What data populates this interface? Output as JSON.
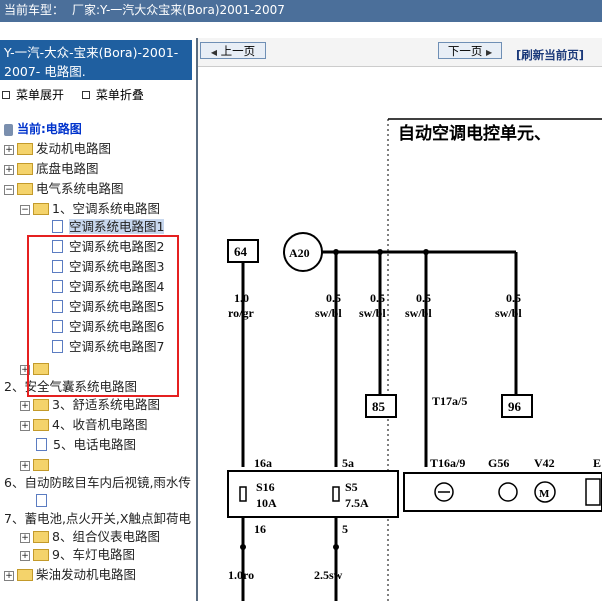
{
  "topbar": {
    "label": "当前车型：",
    "value": "厂家:Y-一汽大众宝来(Bora)2001-2007"
  },
  "sidebar": {
    "car_title": "Y-一汽-大众-宝来(Bora)-2001-2007- 电路图.",
    "expand_label": "菜单展开",
    "collapse_label": "菜单折叠",
    "current_label": "当前:电路图",
    "tree": [
      "发动机电路图",
      "底盘电路图",
      "电气系统电路图",
      "1、空调系统电路图",
      "空调系统电路图1",
      "空调系统电路图2",
      "空调系统电路图3",
      "空调系统电路图4",
      "空调系统电路图5",
      "空调系统电路图6",
      "空调系统电路图7",
      "",
      "2、安全气囊系统电路图",
      "3、舒适系统电路图",
      "4、收音机电路图",
      "5、电话电路图",
      "",
      "6、自动防眩目车内后视镜,雨水传",
      "",
      "7、蓄电池,点火开关,X触点卸荷电",
      "8、组合仪表电路图",
      "9、车灯电路图",
      "柴油发动机电路图"
    ]
  },
  "nav": {
    "prev_label": "上一页",
    "next_label": "下一页",
    "refresh_label": "[刷新当前页]"
  },
  "diagram": {
    "title": "自动空调电控单元、",
    "labels": {
      "c64": "64",
      "a20": "A20",
      "c85": "85",
      "c96": "96",
      "w1": "1.0",
      "w1c": "ro/gr",
      "w2": "0.5",
      "w2c": "sw/bl",
      "w3": "0.5",
      "w3c": "sw/bl",
      "w4": "0.5",
      "w4c": "sw/bl",
      "w5": "0.5",
      "w5c": "sw/bl",
      "t17": "T17a/5",
      "f16a": "16a",
      "f5a": "5a",
      "s16": "S16",
      "s16a": "10A",
      "s5": "S5",
      "s5a": "7.5A",
      "f16": "16",
      "f5": "5",
      "b1": "1.0ro",
      "b2": "2.5sw",
      "t16": "T16a/9",
      "g56": "G56",
      "v42": "V42",
      "e": "E"
    }
  }
}
